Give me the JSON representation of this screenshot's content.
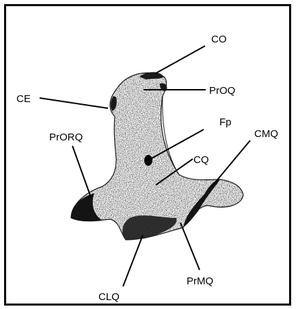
{
  "labels": {
    "co": "CO",
    "ce": "CE",
    "proq": "PrOQ",
    "prorq": "PrORQ",
    "fp": "Fp",
    "cmq": "CMQ",
    "cq": "CQ",
    "clq": "CLQ",
    "prmq": "PrMQ"
  }
}
